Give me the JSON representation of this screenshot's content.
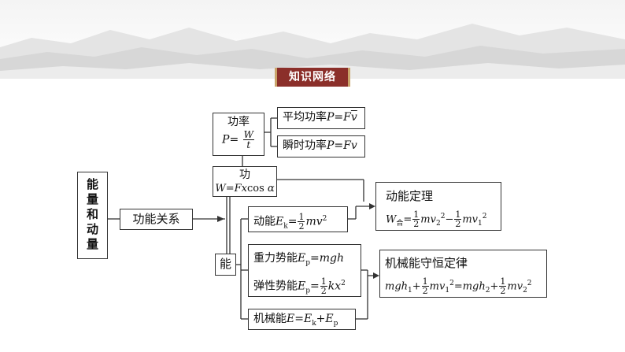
{
  "header": {
    "badge": "知识网络"
  },
  "root": {
    "chars": [
      "能",
      "量",
      "和",
      "动",
      "量"
    ]
  },
  "relation": {
    "label": "功能关系"
  },
  "power": {
    "title": "功率",
    "lhs": "P",
    "eq": "=",
    "num": "W",
    "den": "t"
  },
  "avg_power": {
    "label": "平均功率",
    "formula_lhs": "P",
    "formula_eq": "=",
    "formula_F": "F",
    "formula_v": "v"
  },
  "inst_power": {
    "label": "瞬时功率",
    "formula_lhs": "P",
    "formula_eq": "=",
    "formula_F": "F",
    "formula_v": "v"
  },
  "work": {
    "title": "功",
    "formula_W": "W",
    "formula_eq": "=",
    "formula_Fx": "Fx",
    "formula_cos": "cos",
    "formula_alpha": "α"
  },
  "energy": {
    "label": "能"
  },
  "kinetic": {
    "label": "动能",
    "E": "E",
    "sub": "k",
    "eq": "=",
    "num": "1",
    "den": "2",
    "m": "m",
    "v": "v",
    "sup": "2"
  },
  "potential": {
    "gravity_label": "重力势能",
    "gravity_E": "E",
    "gravity_sub": "p",
    "gravity_rhs": "=mgh",
    "elastic_label": "弹性势能",
    "elastic_E": "E",
    "elastic_sub": "p",
    "elastic_eq": "=",
    "elastic_num": "1",
    "elastic_den": "2",
    "elastic_k": "kx",
    "elastic_sup": "2"
  },
  "mechanical": {
    "label": "机械能",
    "E": "E",
    "eq": "=",
    "Ek": "E",
    "Ek_sub": "k",
    "plus": "+",
    "Ep": "E",
    "Ep_sub": "p"
  },
  "ke_theorem": {
    "title": "动能定理",
    "W": "W",
    "W_sub": "合",
    "eq": "=",
    "num": "1",
    "den": "2",
    "mv": "mv",
    "sub2": "2",
    "sup2": "2",
    "minus": "−",
    "sub1": "1"
  },
  "conservation": {
    "title": "机械能守恒定律",
    "mgh1": "mgh",
    "s1": "1",
    "plus": "+",
    "num": "1",
    "den": "2",
    "mv": "mv",
    "sup": "2",
    "eq": "=",
    "s2": "2"
  }
}
